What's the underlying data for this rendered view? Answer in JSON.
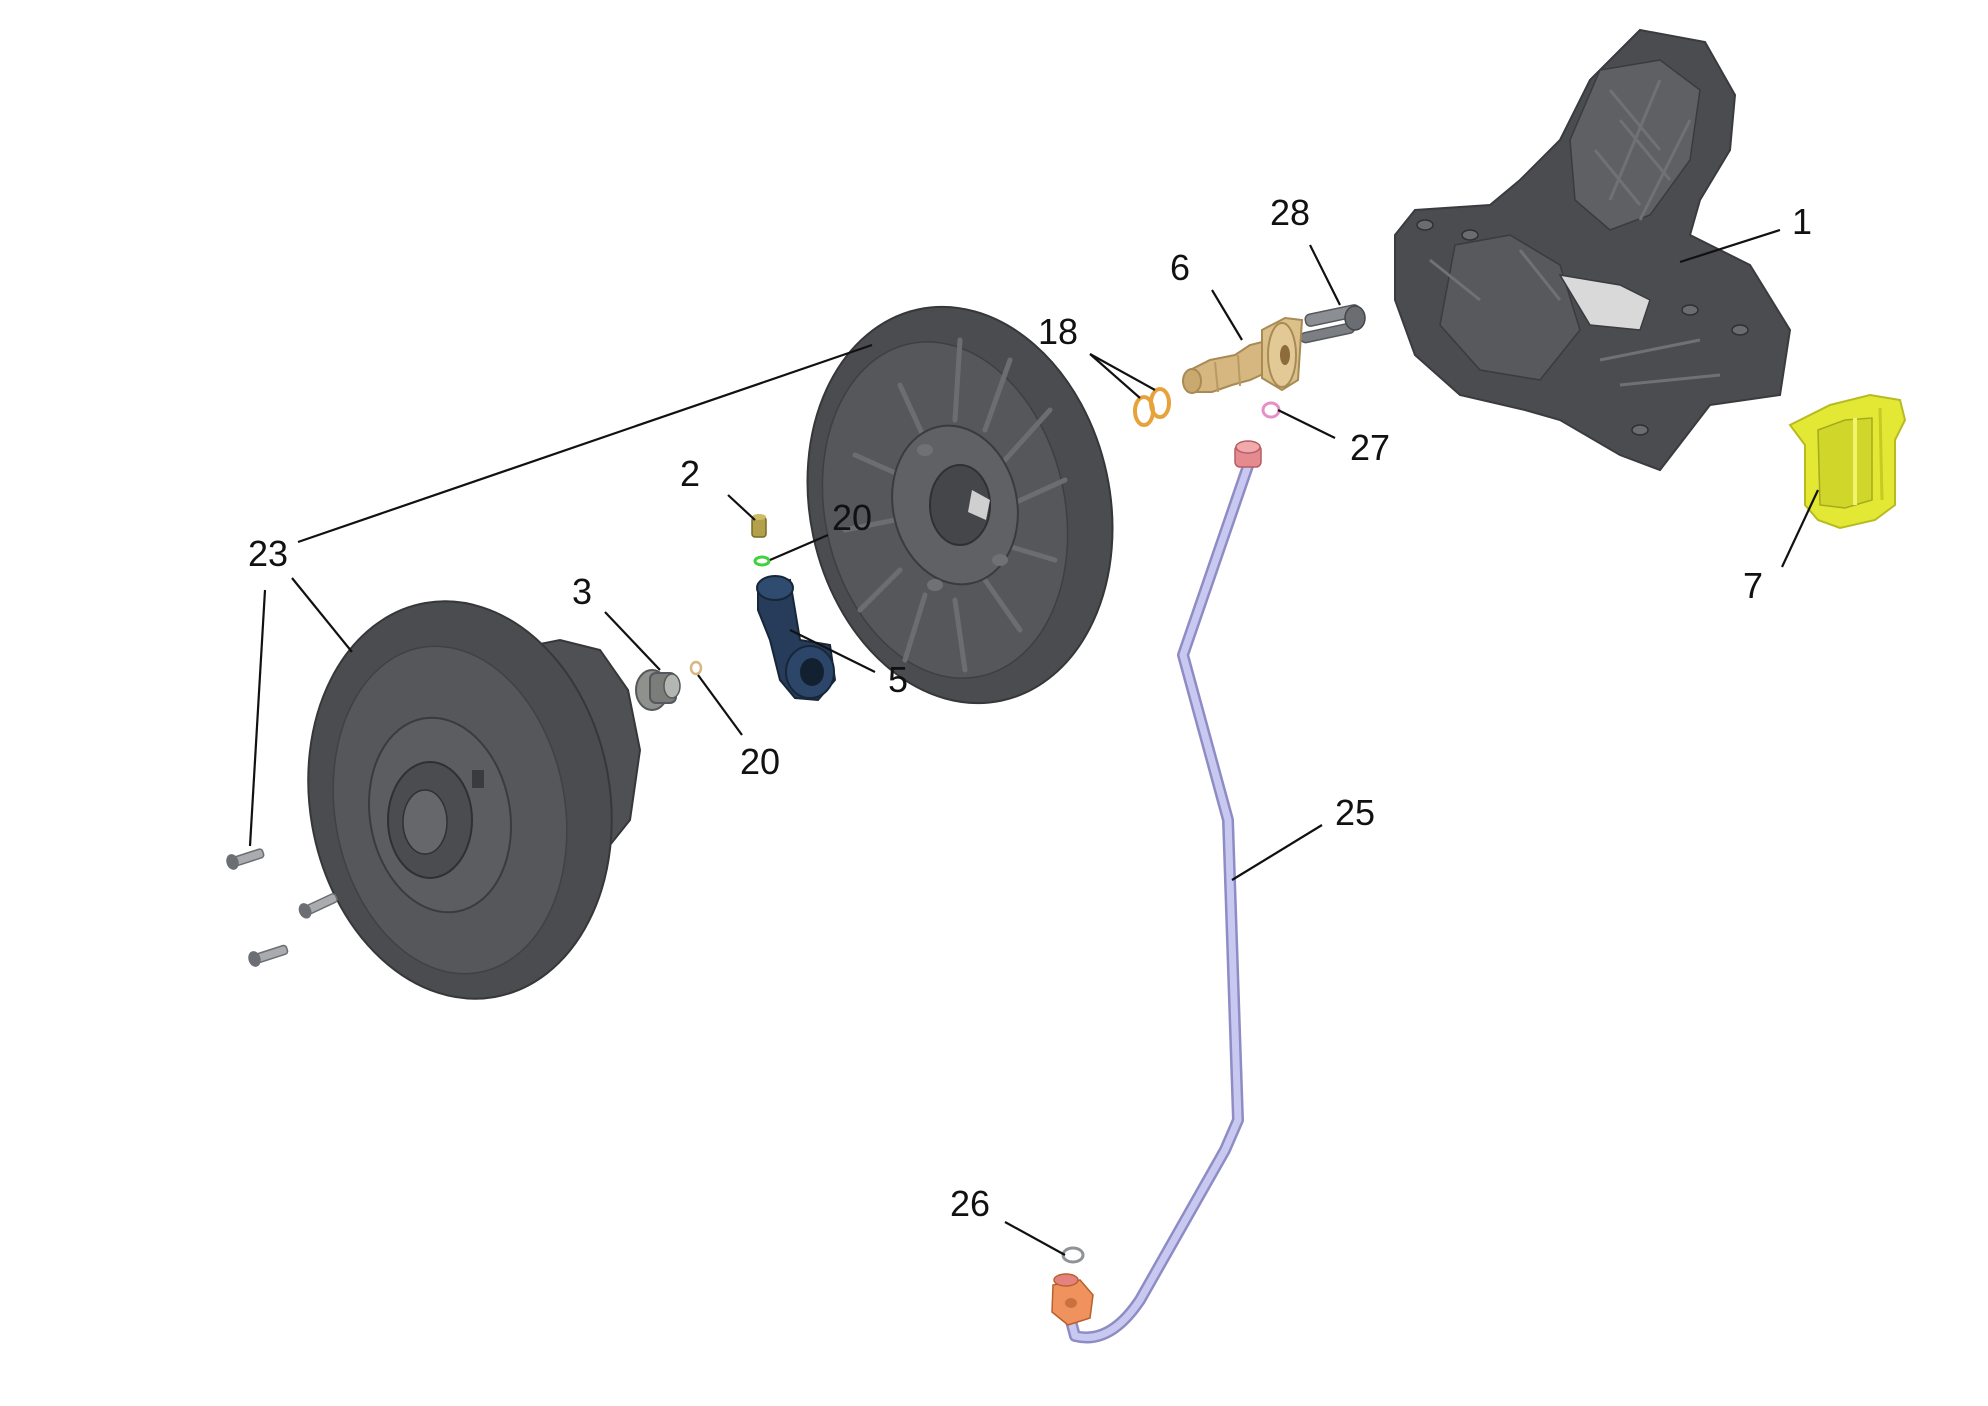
{
  "diagram": {
    "type": "exploded-parts-view",
    "colors": {
      "background": "#ffffff",
      "housing_dark": "#4b4c50",
      "housing_mid": "#5d5e62",
      "housing_light": "#707175",
      "clip_yellow": "#e3e835",
      "fitting_brass": "#d6b77f",
      "oring_orange": "#e8a23a",
      "oring_green": "#3ed23e",
      "elbow_blue": "#263c5a",
      "tube_lavender": "#b9b8e6",
      "tube_end_pink": "#e58a8f",
      "nut_orange": "#f0925d",
      "grey_screw": "#8f9296",
      "leader_line": "#111111"
    },
    "callouts": [
      {
        "id": "c1",
        "label": "1"
      },
      {
        "id": "c2",
        "label": "2"
      },
      {
        "id": "c3",
        "label": "3"
      },
      {
        "id": "c5",
        "label": "5"
      },
      {
        "id": "c6",
        "label": "6"
      },
      {
        "id": "c7",
        "label": "7"
      },
      {
        "id": "c18",
        "label": "18"
      },
      {
        "id": "c20a",
        "label": "20"
      },
      {
        "id": "c20b",
        "label": "20"
      },
      {
        "id": "c23",
        "label": "23"
      },
      {
        "id": "c25",
        "label": "25"
      },
      {
        "id": "c26",
        "label": "26"
      },
      {
        "id": "c27",
        "label": "27"
      },
      {
        "id": "c28",
        "label": "28"
      }
    ]
  }
}
